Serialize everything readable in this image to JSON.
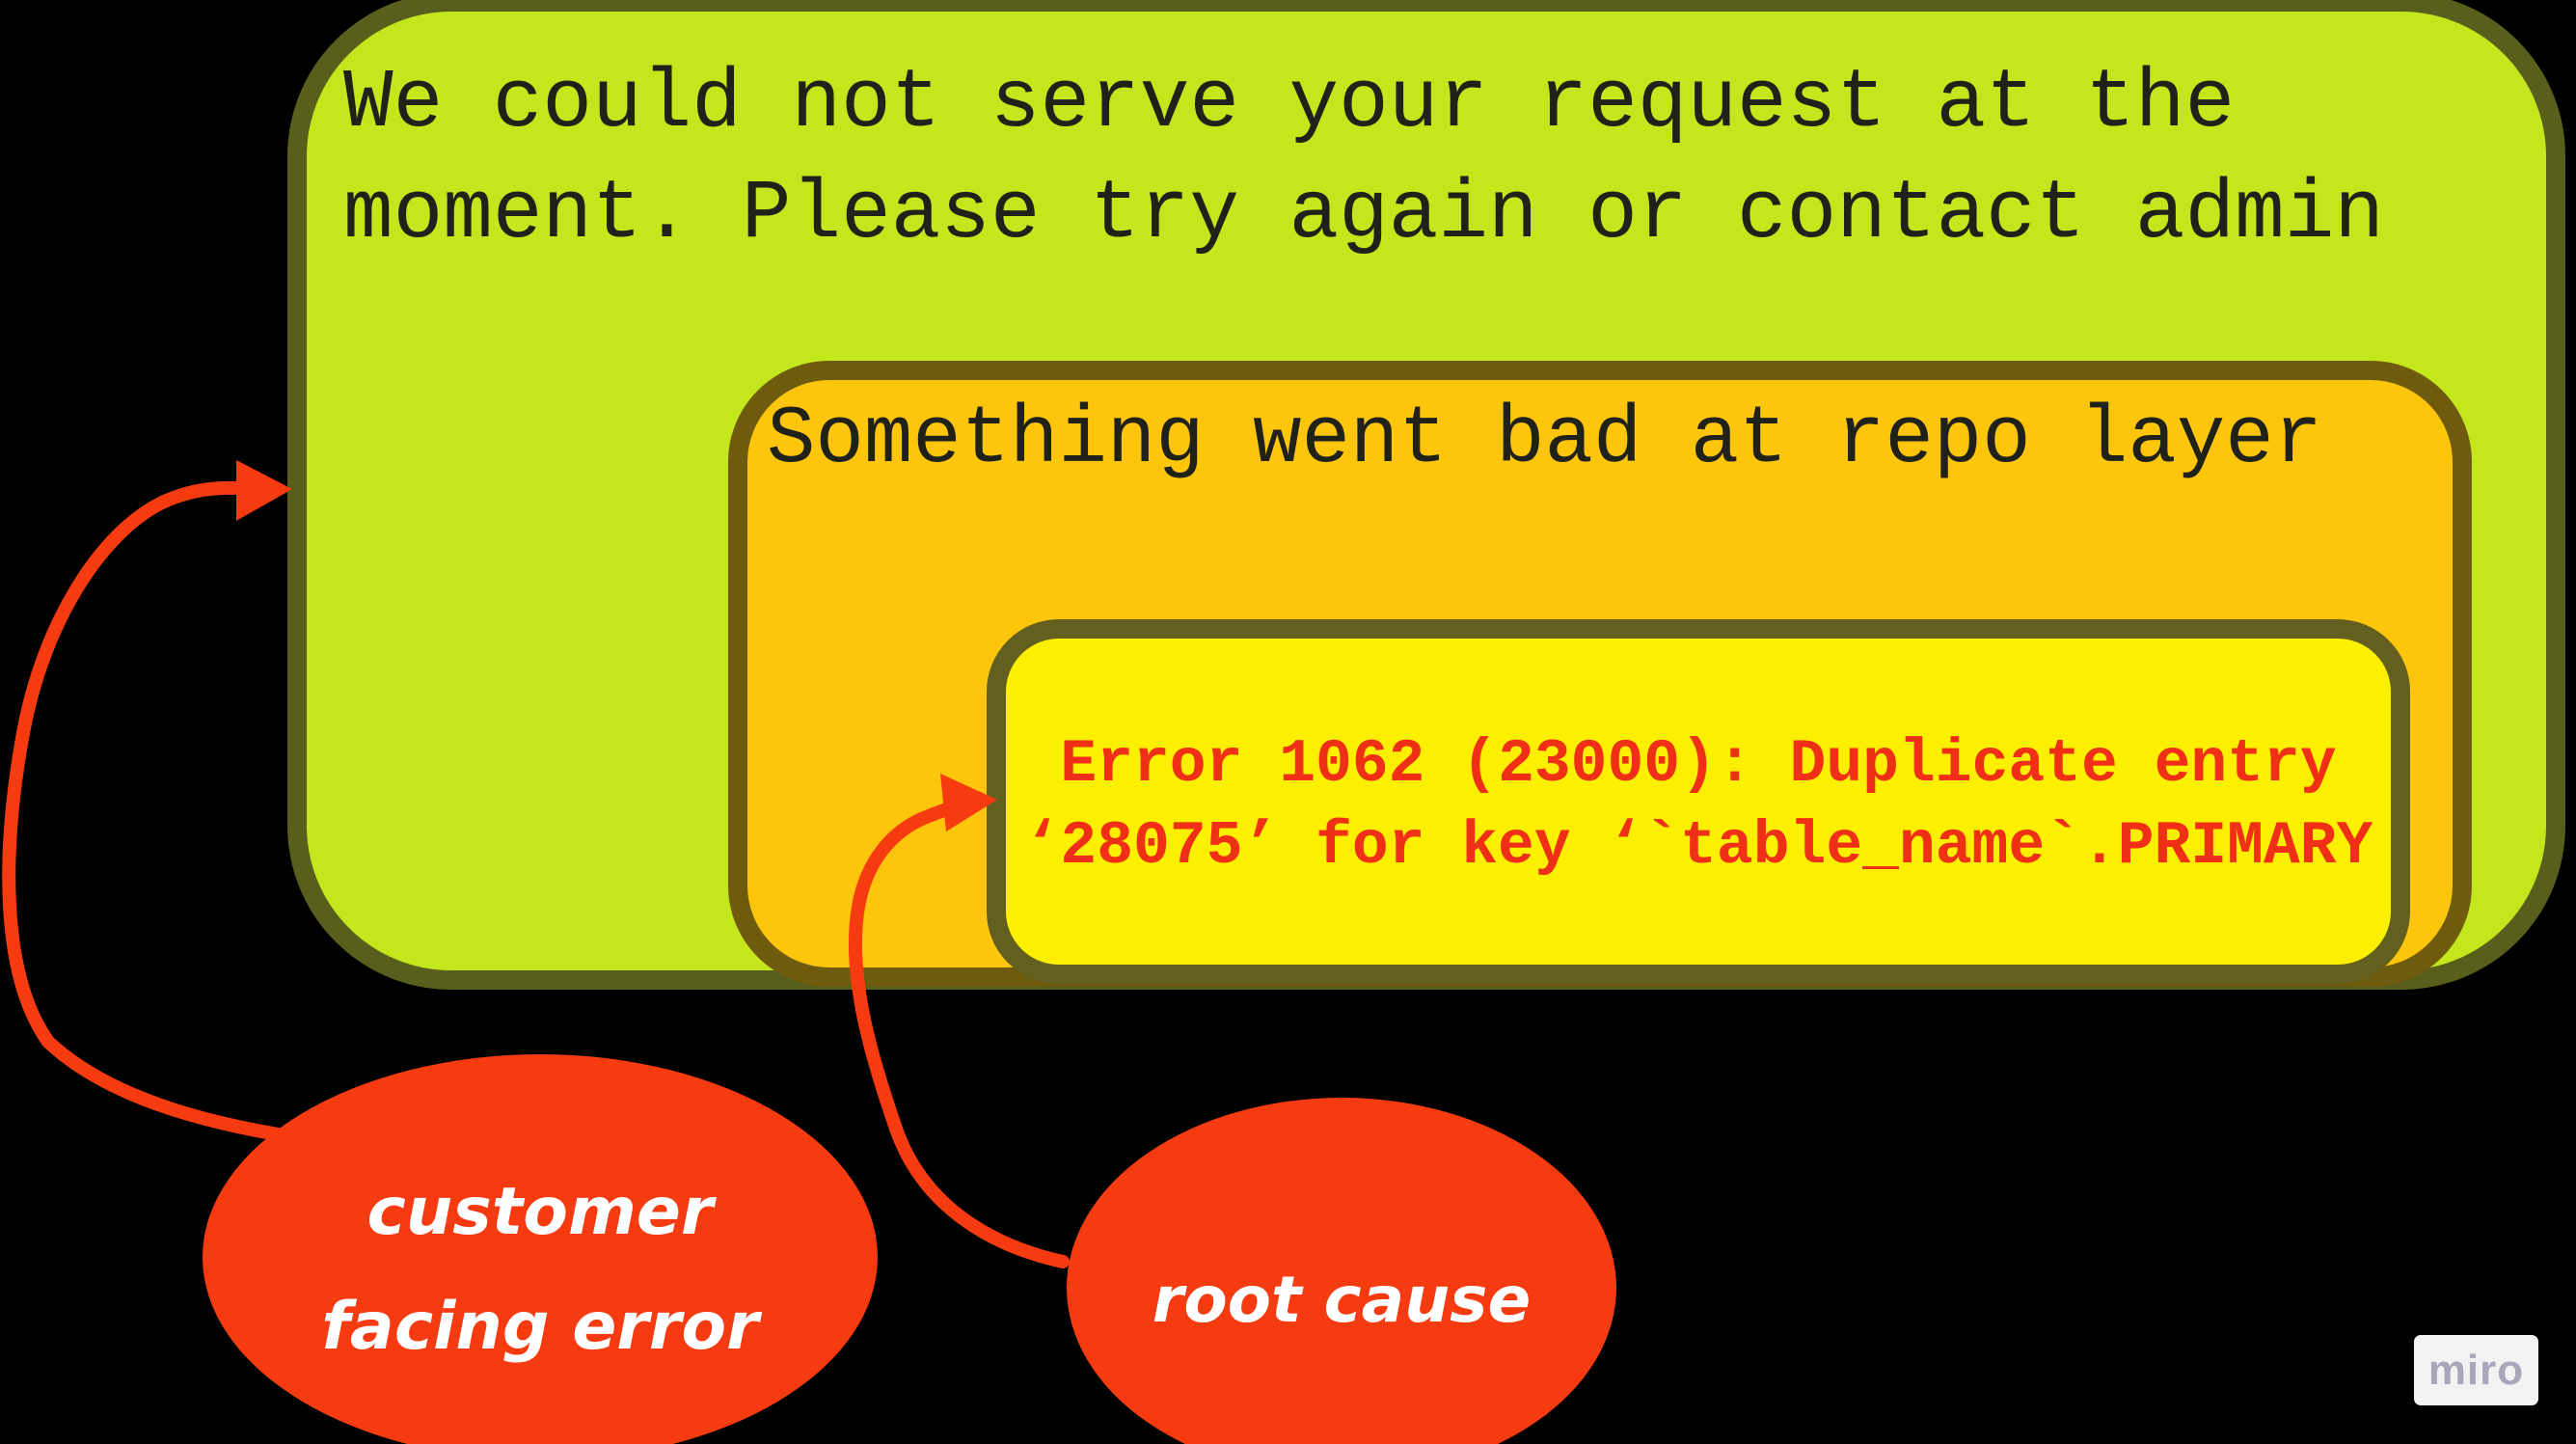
{
  "outer_box": {
    "lines": [
      "We could not serve your request at the",
      "moment. Please try again or contact admin"
    ]
  },
  "middle_box": {
    "text": "Something went bad at repo layer"
  },
  "inner_box": {
    "lines": [
      "Error 1062 (23000): Duplicate entry",
      "‘28075’ for key ‘`table_name`.PRIMARY"
    ]
  },
  "labels": {
    "customer_facing": {
      "lines": [
        "customer",
        "facing error"
      ]
    },
    "root_cause": {
      "text": "root cause"
    }
  },
  "watermark": {
    "text": "miro"
  },
  "colors": {
    "background": "#000000",
    "outer_box_fill": "#c4e61c",
    "outer_box_border": "#585e1c",
    "middle_box_fill": "#fdc50b",
    "middle_box_border": "#6f5b0d",
    "inner_box_fill": "#fcf000",
    "inner_box_border": "#635f1f",
    "error_text": "#ef3017",
    "box_text": "#20221a",
    "ellipse_fill": "#f73b10",
    "ellipse_text": "#ffffff",
    "arrow": "#f73b10",
    "watermark_text": "#a8a6bb"
  }
}
